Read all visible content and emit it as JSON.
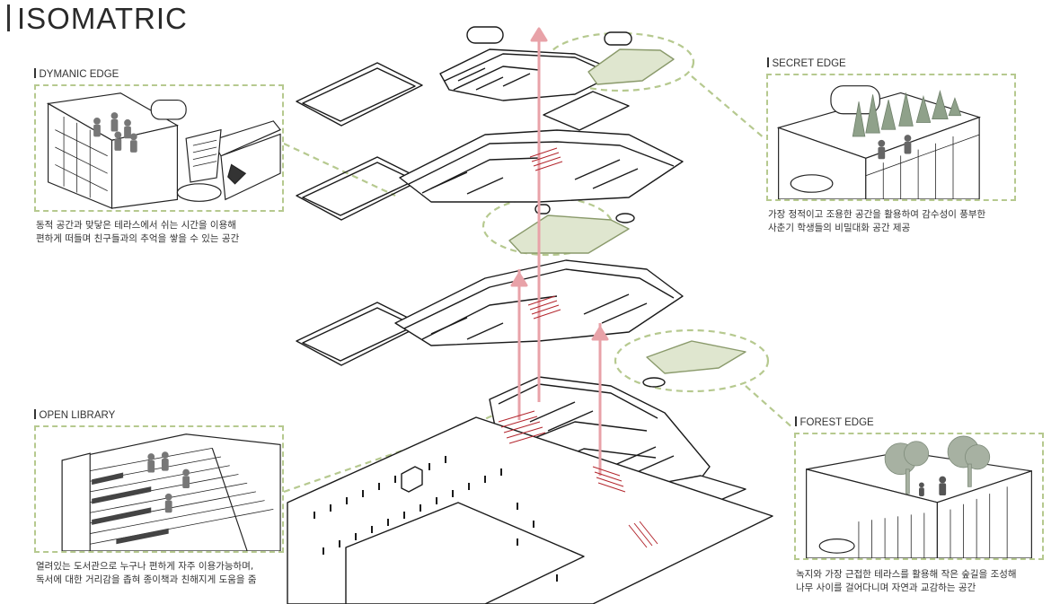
{
  "title": "ISOMATRIC",
  "sections": {
    "dynamic_edge": {
      "label": "DYMANIC EDGE",
      "caption_line1": "동적 공간과 맞닿은 테라스에서 쉬는 시간을 이용해",
      "caption_line2": "편하게 떠들며 친구들과의 추억을 쌓을 수 있는 공간"
    },
    "secret_edge": {
      "label": "SECRET EDGE",
      "caption_line1": "가장 정적이고 조용한 공간을 활용하여 감수성이 풍부한",
      "caption_line2": "사춘기 학생들의 비밀대화 공간 제공"
    },
    "open_library": {
      "label": "OPEN LIBRARY",
      "caption_line1": "열려있는 도서관으로 누구나 편하게 자주 이용가능하며,",
      "caption_line2": "독서에 대한 거리감을 좁혀 종이책과 친해지게 도움을 줌"
    },
    "forest_edge": {
      "label": "FOREST EDGE",
      "caption_line1": "녹지와 가장 근접한 테라스를 활용해 작은 숲길을 조성해",
      "caption_line2": "나무 사이를 걸어다니며 자연과 교감하는 공간"
    }
  },
  "colors": {
    "accent_green": "#b6c98f",
    "terrace_fill": "#dfe6cf",
    "circulation_red": "#e8a2a8",
    "stair_red": "#b3262e",
    "line": "#1a1a1a"
  }
}
